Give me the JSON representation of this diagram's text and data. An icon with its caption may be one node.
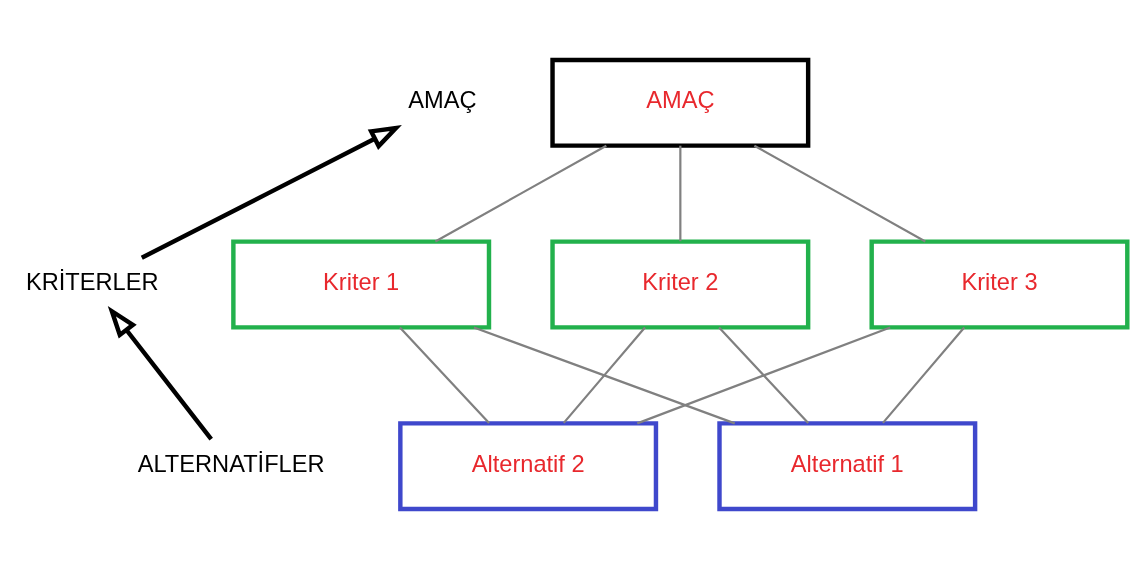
{
  "diagram": {
    "nodes": [
      {
        "text": [
          "AMAÇ"
        ]
      },
      {
        "text": [
          "KRİTERLER"
        ]
      },
      {
        "text": [
          "ALTERNATİFLER"
        ]
      },
      {
        "text": [
          "AMAÇ"
        ]
      },
      {
        "text": [
          "Kriter 1"
        ]
      },
      {
        "text": [
          "Kriter 2"
        ]
      },
      {
        "text": [
          "Kriter 3"
        ]
      },
      {
        "text": [
          "Alternatif 1"
        ]
      },
      {
        "text": [
          "Alternatif 2"
        ]
      }
    ],
    "edges": [
      {
        "from": 2,
        "to": 1,
        "arrow": "to",
        "style": "thick",
        "color": "#000000"
      },
      {
        "from": 1,
        "to": 0,
        "arrow": "to",
        "style": "thick",
        "color": "#000000"
      },
      {
        "from": 3,
        "to": 4,
        "arrow": "none"
      },
      {
        "from": 3,
        "to": 5,
        "arrow": "none"
      },
      {
        "from": 3,
        "to": 6,
        "arrow": "none"
      },
      {
        "from": 4,
        "to": 7,
        "arrow": "none"
      },
      {
        "from": 4,
        "to": 8,
        "arrow": "none"
      },
      {
        "from": 5,
        "to": 7,
        "arrow": "none"
      },
      {
        "from": 5,
        "to": 8,
        "arrow": "none"
      },
      {
        "from": 6,
        "to": 7,
        "arrow": "none"
      },
      {
        "from": 6,
        "to": 8,
        "arrow": "none"
      }
    ]
  }
}
